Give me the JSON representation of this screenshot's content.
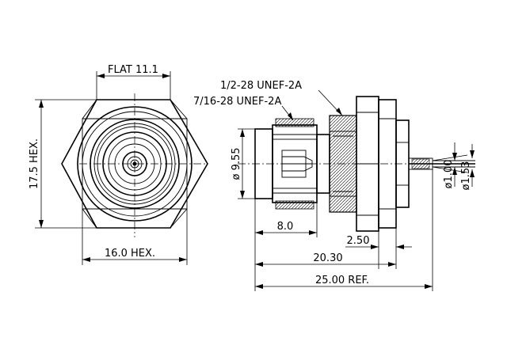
{
  "dimensions": {
    "flat": "FLAT 11.1",
    "hex_vertical": "17.5 HEX.",
    "hex_horizontal": "16.0 HEX.",
    "thread_outer": "1/2-28 UNEF-2A",
    "thread_inner": "7/16-28 UNEF-2A",
    "diameter_body": "ø 9.55",
    "length_8": "8.0",
    "length_2_50": "2.50",
    "length_20_30": "20.30",
    "length_total": "25.00 REF.",
    "diameter_pin": "ø1.00",
    "diameter_dielectric": "ø1.53"
  }
}
